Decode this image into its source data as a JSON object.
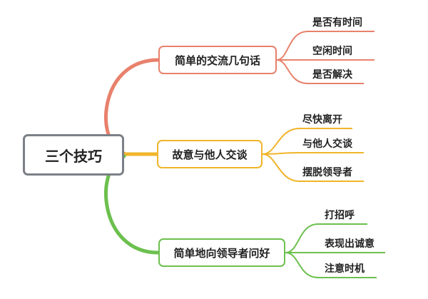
{
  "root": {
    "label": "三个技巧",
    "color": "#7b8087"
  },
  "branches": [
    {
      "label": "简单的交流几句话",
      "color": "#e8816c",
      "leaves": [
        "是否有时间",
        "空闲时间",
        "是否解决"
      ]
    },
    {
      "label": "故意与他人交谈",
      "color": "#f1b42b",
      "leaves": [
        "尽快离开",
        "与他人交谈",
        "摆脱领导者"
      ]
    },
    {
      "label": "简单地向领导者问好",
      "color": "#6cc04e",
      "leaves": [
        "打招呼",
        "表现出诚意",
        "注意时机"
      ]
    }
  ]
}
